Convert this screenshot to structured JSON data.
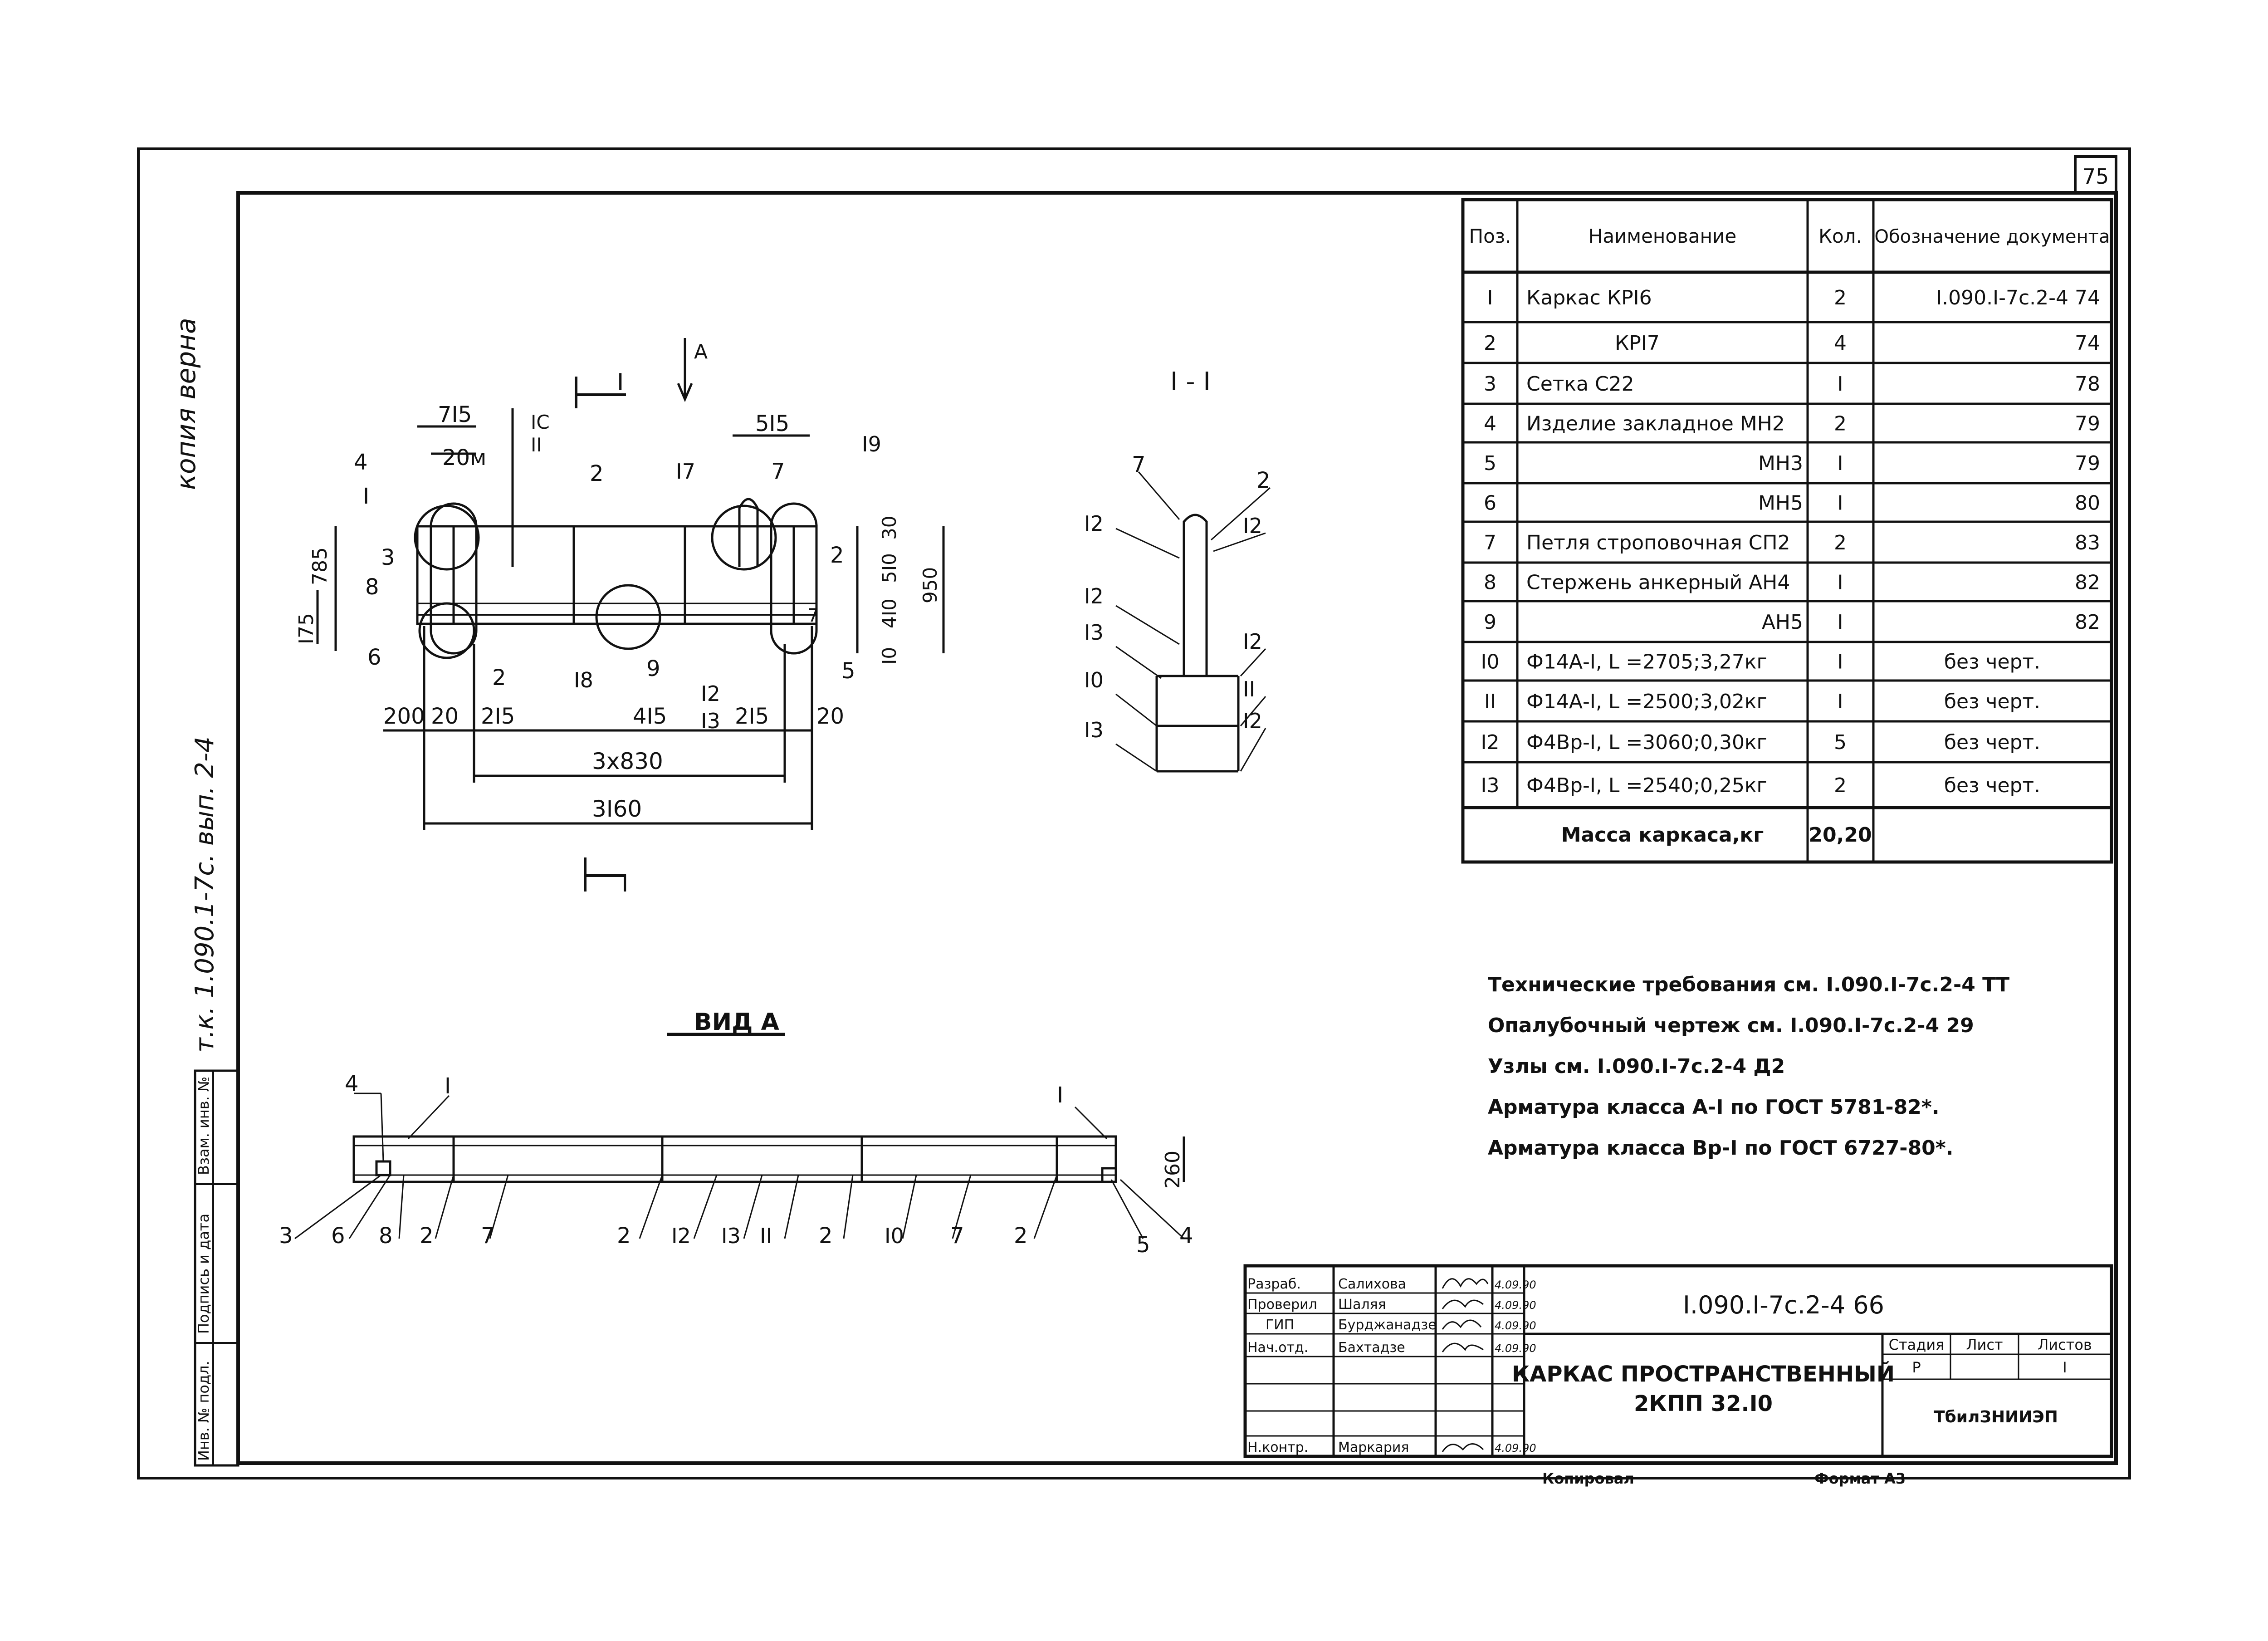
{
  "sheet_number": "75",
  "left_margin": {
    "handwritten_top": "копия верна",
    "handwritten_bottom": "т.к. 1.090.1-7с. вып. 2-4",
    "stamp_cells": [
      "Инв. № подл.",
      "Подпись и дата",
      "Взам. инв. №"
    ]
  },
  "spec_table": {
    "headers": [
      "Поз.",
      "Наименование",
      "Кол.",
      "Обозначение документа"
    ],
    "rows": [
      {
        "pos": "I",
        "name": "Каркас КРI6",
        "qty": "2",
        "doc": "I.090.I-7с.2-4 74"
      },
      {
        "pos": "2",
        "name": "КРI7",
        "qty": "4",
        "doc": "74"
      },
      {
        "pos": "3",
        "name": "Сетка С22",
        "qty": "I",
        "doc": "78"
      },
      {
        "pos": "4",
        "name": "Изделие закладное МН2",
        "qty": "2",
        "doc": "79"
      },
      {
        "pos": "5",
        "name": "МН3",
        "qty": "I",
        "doc": "79"
      },
      {
        "pos": "6",
        "name": "МН5",
        "qty": "I",
        "doc": "80"
      },
      {
        "pos": "7",
        "name": "Петля строповочная СП2",
        "qty": "2",
        "doc": "83"
      },
      {
        "pos": "8",
        "name": "Стержень анкерный АН4",
        "qty": "I",
        "doc": "82"
      },
      {
        "pos": "9",
        "name": "АН5",
        "qty": "I",
        "doc": "82"
      },
      {
        "pos": "I0",
        "name": "Ф14А-I, L =2705;3,27кг",
        "qty": "I",
        "doc": "без черт."
      },
      {
        "pos": "II",
        "name": "Ф14А-I, L =2500;3,02кг",
        "qty": "I",
        "doc": "без черт."
      },
      {
        "pos": "I2",
        "name": "Ф4Вр-I, L =3060;0,30кг",
        "qty": "5",
        "doc": "без черт."
      },
      {
        "pos": "I3",
        "name": "Ф4Вр-I, L =2540;0,25кг",
        "qty": "2",
        "doc": "без черт."
      }
    ],
    "total_label": "Масса каркаса,кг",
    "total_value": "20,20"
  },
  "notes": [
    "Технические требования см. I.090.I-7с.2-4 ТТ",
    "Опалубочный чертеж см. I.090.I-7с.2-4 29",
    "Узлы см. I.090.I-7с.2-4 Д2",
    "Арматура класса А-I по ГОСТ 5781-82*.",
    "Арматура класса Вр-I по ГОСТ 6727-80*."
  ],
  "plan_view": {
    "section_mark": "I",
    "view_arrow": "А",
    "dims_top": [
      "7I5",
      "20м",
      "IC",
      "II",
      "5I5"
    ],
    "dims_left": [
      "785",
      "I75"
    ],
    "dims_right": [
      "30",
      "5I0",
      "4I0",
      "I0",
      "950"
    ],
    "dims_bottom": [
      "200",
      "20",
      "2I5",
      "4I5",
      "2I5",
      "20"
    ],
    "dim_mid": "3х830",
    "dim_total": "3I60",
    "callouts": [
      "4",
      "I",
      "3",
      "8",
      "6",
      "2",
      "I8",
      "9",
      "I2",
      "I3",
      "I7",
      "7",
      "I9",
      "2",
      "5",
      "2",
      "7"
    ]
  },
  "section_view": {
    "title": "I - I",
    "callouts": [
      "7",
      "2",
      "I2",
      "I2",
      "I2",
      "I3",
      "I2",
      "I0",
      "II",
      "I3",
      "I2"
    ]
  },
  "view_a": {
    "title": "ВИД А",
    "dim_height": "260",
    "top_callouts": [
      "4",
      "I",
      "I"
    ],
    "bottom_callouts": [
      "3",
      "6",
      "8",
      "2",
      "7",
      "2",
      "I2",
      "I3",
      "II",
      "2",
      "I0",
      "7",
      "2",
      "5",
      "4"
    ]
  },
  "title_block": {
    "roles": [
      "Разраб.",
      "Проверил",
      "ГИП",
      "Нач.отд.",
      "",
      "",
      "Н.контр."
    ],
    "names": [
      "Салихова",
      "Шаляя",
      "Бурджанадзе",
      "Бахтадзе",
      "",
      "",
      "Маркария"
    ],
    "dates": [
      "4.09.90",
      "4.09.90",
      "4.09.90",
      "4.09.90",
      "",
      "",
      "4.09.90"
    ],
    "designation": "I.090.I-7с.2-4 66",
    "title_line1": "КАРКАС ПРОСТРАНСТВЕННЫЙ",
    "title_line2": "2КПП 32.I0",
    "stage_header": "Стадия",
    "sheet_header": "Лист",
    "sheets_header": "Листов",
    "stage": "Р",
    "sheet": "",
    "sheets": "I",
    "organization": "ТбилЗНИИЭП"
  },
  "footer": {
    "copied": "Копировал",
    "format": "Формат А3"
  }
}
